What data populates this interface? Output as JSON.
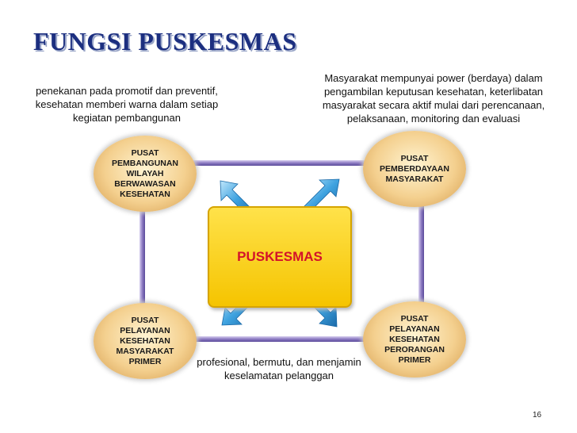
{
  "title": "FUNGSI PUSKESMAS",
  "notes": {
    "left": "penekanan pada promotif dan preventif, kesehatan memberi warna dalam setiap kegiatan pembangunan",
    "right": "Masyarakat mempunyai power (berdaya) dalam pengambilan keputusan kesehatan, keterlibatan masyarakat secara aktif mulai dari perencanaan, pelaksanaan, monitoring dan evaluasi",
    "bottom": "profesional, bermutu, dan menjamin keselamatan pelanggan"
  },
  "nodes": {
    "top_left": "PUSAT\nPEMBANGUNAN\nWILAYAH\nBERWAWASAN\nKESEHATAN",
    "top_right": "PUSAT\nPEMBERDAYAAN\nMASYARAKAT",
    "bottom_left": "PUSAT\nPELAYANAN\nKESEHATAN\nMASYARAKAT\nPRIMER",
    "bottom_right": "PUSAT\nPELAYANAN\nKESEHATAN\nPERORANGAN\nPRIMER"
  },
  "center": "PUSKESMAS",
  "page_number": "16",
  "colors": {
    "title": "#1c2f80",
    "frame": "#8e7cc3",
    "arrow": "#3fa3e0",
    "center_fill": "#ffd21a",
    "center_text": "#d3122a"
  }
}
